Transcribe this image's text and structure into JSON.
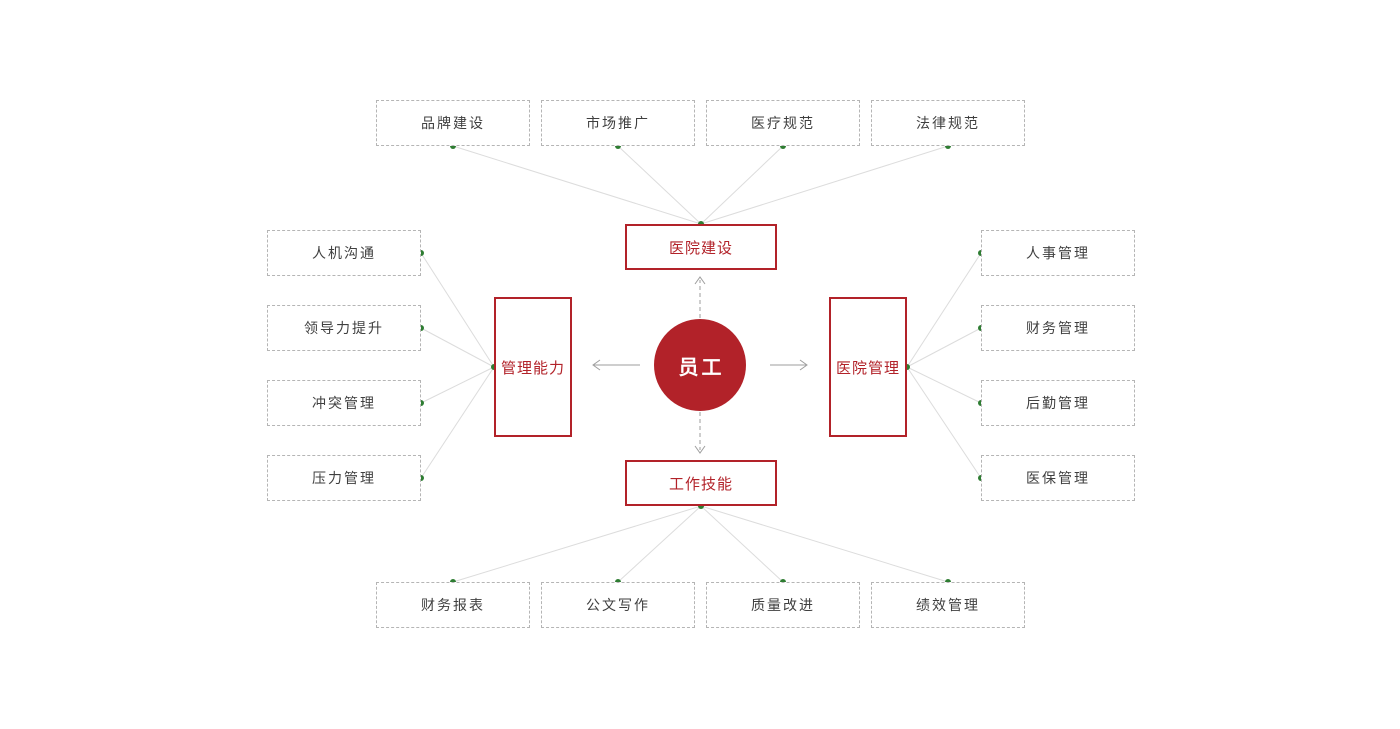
{
  "diagram": {
    "center": {
      "label": "员工"
    },
    "main_nodes": {
      "top": {
        "label": "医院建设"
      },
      "left": {
        "label": "管理能力"
      },
      "right": {
        "label": "医院管理"
      },
      "bottom": {
        "label": "工作技能"
      }
    },
    "leaf_groups": {
      "top": [
        "品牌建设",
        "市场推广",
        "医疗规范",
        "法律规范"
      ],
      "left": [
        "人机沟通",
        "领导力提升",
        "冲突管理",
        "压力管理"
      ],
      "right": [
        "人事管理",
        "财务管理",
        "后勤管理",
        "医保管理"
      ],
      "bottom": [
        "财务报表",
        "公文写作",
        "质量改进",
        "绩效管理"
      ]
    },
    "colors": {
      "accent_red": "#b22229",
      "dot_green": "#2e7d32",
      "line_gray": "#dcdcdc",
      "arrow_gray": "#9e9e9e",
      "border_gray": "#b5b5b5",
      "text_dark": "#3f3f3f"
    }
  }
}
